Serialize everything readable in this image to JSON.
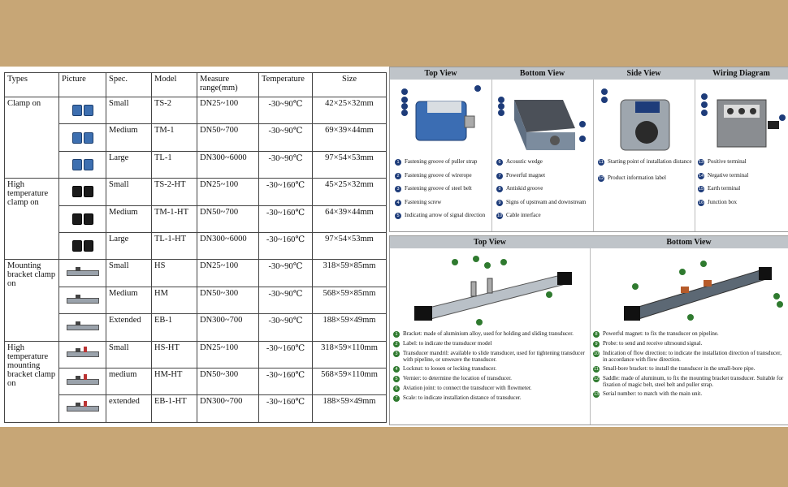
{
  "table": {
    "headers": [
      "Types",
      "Picture",
      "Spec.",
      "Model",
      "Measure range(mm)",
      "Temperature",
      "Size"
    ],
    "groups": [
      {
        "type": "Clamp on",
        "picture": "blue",
        "rows": [
          {
            "spec": "Small",
            "model": "TS-2",
            "range": "DN25~100",
            "temp": "-30~90℃",
            "size": "42×25×32mm"
          },
          {
            "spec": "Medium",
            "model": "TM-1",
            "range": "DN50~700",
            "temp": "-30~90℃",
            "size": "69×39×44mm"
          },
          {
            "spec": "Large",
            "model": "TL-1",
            "range": "DN300~6000",
            "temp": "-30~90℃",
            "size": "97×54×53mm"
          }
        ]
      },
      {
        "type": "High temperature clamp on",
        "picture": "black",
        "rows": [
          {
            "spec": "Small",
            "model": "TS-2-HT",
            "range": "DN25~100",
            "temp": "-30~160℃",
            "size": "45×25×32mm"
          },
          {
            "spec": "Medium",
            "model": "TM-1-HT",
            "range": "DN50~700",
            "temp": "-30~160℃",
            "size": "64×39×44mm"
          },
          {
            "spec": "Large",
            "model": "TL-1-HT",
            "range": "DN300~6000",
            "temp": "-30~160℃",
            "size": "97×54×53mm"
          }
        ]
      },
      {
        "type": "Mounting bracket clamp on",
        "picture": "rail",
        "rows": [
          {
            "spec": "Small",
            "model": "HS",
            "range": "DN25~100",
            "temp": "-30~90℃",
            "size": "318×59×85mm"
          },
          {
            "spec": "Medium",
            "model": "HM",
            "range": "DN50~300",
            "temp": "-30~90℃",
            "size": "568×59×85mm"
          },
          {
            "spec": "Extended",
            "model": "EB-1",
            "range": "DN300~700",
            "temp": "-30~90℃",
            "size": "188×59×49mm"
          }
        ]
      },
      {
        "type": "High temperature mounting bracket clamp on",
        "picture": "rail-ht",
        "rows": [
          {
            "spec": "Small",
            "model": "HS-HT",
            "range": "DN25~100",
            "temp": "-30~160℃",
            "size": "318×59×110mm"
          },
          {
            "spec": "medium",
            "model": "HM-HT",
            "range": "DN50~300",
            "temp": "-30~160℃",
            "size": "568×59×110mm"
          },
          {
            "spec": "extended",
            "model": "EB-1-HT",
            "range": "DN300~700",
            "temp": "-30~160℃",
            "size": "188×59×49mm"
          }
        ]
      }
    ]
  },
  "panel1": {
    "headers": [
      "Top View",
      "Bottom View",
      "Side View",
      "Wiring Diagram"
    ],
    "top_items": [
      "Fastening groove of puller strap",
      "Fastening groove of wirerope",
      "Fastening groove of steel belt",
      "Fastening screw",
      "Indicating arrow of signal direction"
    ],
    "bottom_items": [
      "Acoustic wedge",
      "Powerful magnet",
      "Antiskid groove",
      "Signs of upstream and downstream",
      "Cable interface"
    ],
    "side_items": [
      "Starting point of installation distance",
      "Product information label"
    ],
    "wiring_items": [
      "Positive terminal",
      "Negative terminal",
      "Earth terminal",
      "Junction box"
    ]
  },
  "panel2": {
    "headers": [
      "Top View",
      "Bottom View"
    ],
    "left_items": [
      "Bracket: made of aluminium alloy, used for holding and sliding transducer.",
      "Label: to indicate the transducer model",
      "Transducer mandril: available to slide transducer, used for tightening transducer with pipeline, or unweave the transducer.",
      "Locknut: to loosen or locking transducer.",
      "Vernier: to determine the location of transducer.",
      "Aviation joint: to connect the transducer with flowmeter.",
      "Scale: to indicate installation distance of transducer."
    ],
    "right_items": [
      "Powerful magnet: to fix the transducer on pipeline.",
      "Probe: to send and receive ultrsound signal.",
      "Indication of flow direction: to indicate the installation direction of transducer, in accordance with flow direction.",
      "Small-bore bracket: to install the transducer in the small-bore pipe.",
      "Saddle: made of aluminum, to fix the mounting bracket transducer. Suitable for fixation of magic belt, steel belt and puller strap.",
      "Serial number: to match with the main unit."
    ]
  }
}
